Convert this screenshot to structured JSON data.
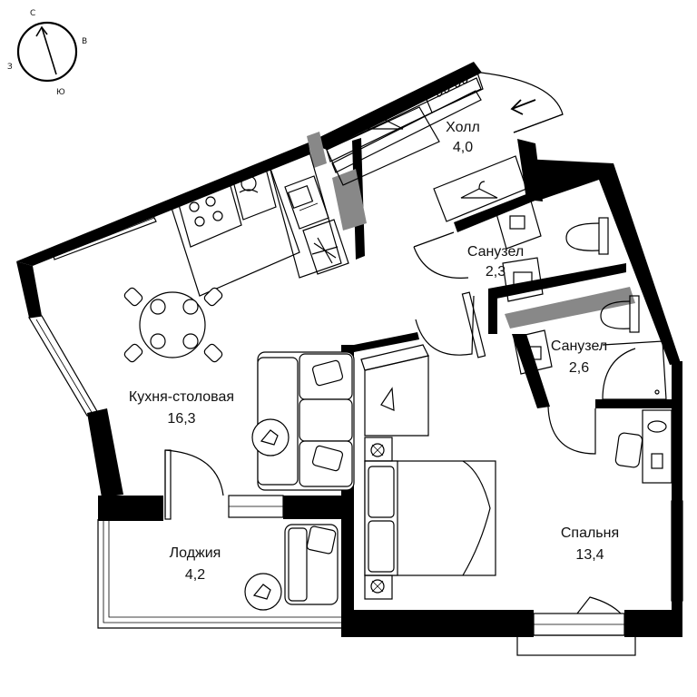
{
  "compass": {
    "north": "С",
    "east": "В",
    "south": "Ю",
    "west": "З"
  },
  "rooms": [
    {
      "id": "hall",
      "name": "Холл",
      "area": "4,0"
    },
    {
      "id": "bath1",
      "name": "Санузел",
      "area": "2,3"
    },
    {
      "id": "bath2",
      "name": "Санузел",
      "area": "2,6"
    },
    {
      "id": "kitchen",
      "name": "Кухня-столовая",
      "area": "16,3"
    },
    {
      "id": "bedroom",
      "name": "Спальня",
      "area": "13,4"
    },
    {
      "id": "loggia",
      "name": "Лоджия",
      "area": "4,2"
    }
  ],
  "icons": {
    "entrance": "entrance-arrow-icon",
    "hanger": "coat-hanger-icon",
    "slippers": "slippers-icon",
    "stove": "stove-icon",
    "sink": "sink-icon",
    "fridge": "snowflake-icon",
    "washer": "washing-machine-icon",
    "toilet": "toilet-icon",
    "shower": "shower-icon",
    "plant": "plant-icon",
    "lamp": "lamp-icon"
  }
}
